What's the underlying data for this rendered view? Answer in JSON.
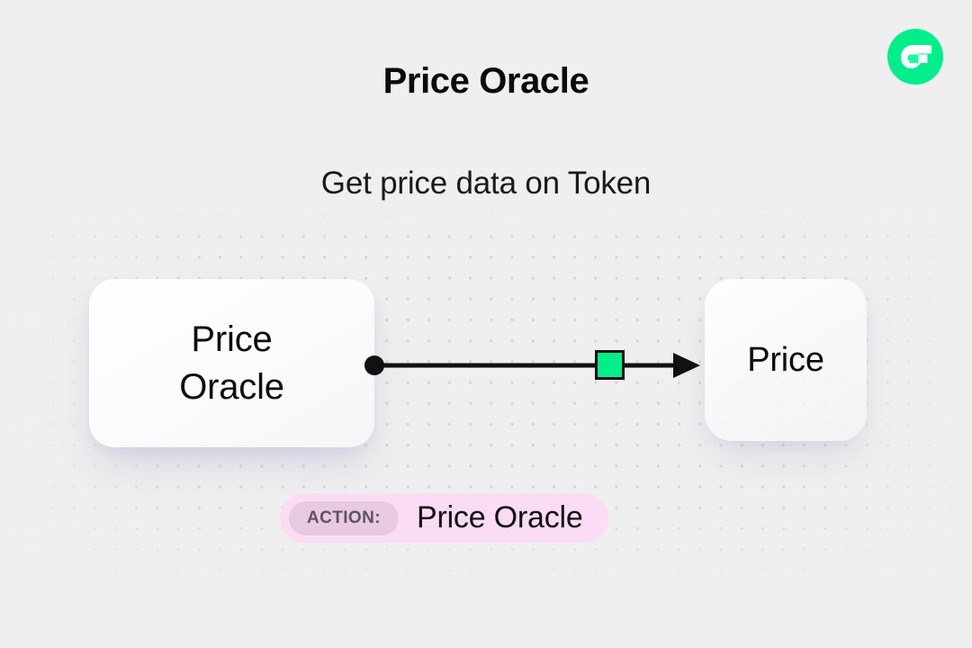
{
  "background": {
    "color": "#efefef",
    "grid": "dot-grid"
  },
  "brand": {
    "logo_name": "flow-logo",
    "logo_color": "#00ef8b"
  },
  "header": {
    "title": "Price Oracle",
    "subtitle": "Get price data on Token"
  },
  "diagram": {
    "source_node": {
      "label": "Price\nOracle",
      "line1": "Price",
      "line2": "Oracle"
    },
    "target_node": {
      "label": "Price"
    },
    "edge": {
      "start_handle": "dot",
      "end_handle": "arrow",
      "marker_color": "#00ef8b",
      "line_color": "#111111"
    }
  },
  "action": {
    "prefix": "ACTION:",
    "value": "Price Oracle",
    "badge_color": "#fbdcf4",
    "pill_color": "#e8c9e2"
  }
}
